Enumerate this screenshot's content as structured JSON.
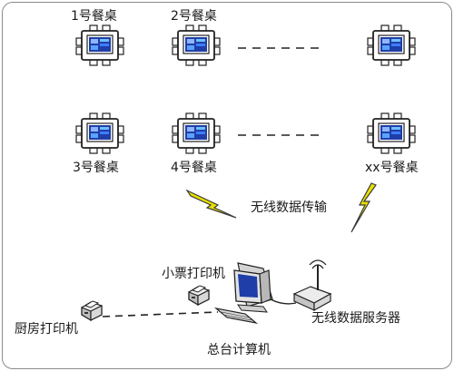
{
  "tables": {
    "t1": "1号餐桌",
    "t2": "2号餐桌",
    "t3": "3号餐桌",
    "t4": "4号餐桌",
    "txx": "xx号餐桌"
  },
  "wireless_label": "无线数据传输",
  "devices": {
    "receipt_printer": "小票打印机",
    "kitchen_printer": "厨房打印机",
    "server": "无线数据服务器",
    "console": "总台计算机"
  },
  "colors": {
    "bolt": "#e8e000",
    "bolt_stroke": "#3b3b3b",
    "screen": "#1f3ea8",
    "device_gray": "#cfcfcf",
    "line": "#222222"
  },
  "icons": [
    "dining-table-icon",
    "lightning-icon",
    "printer-icon",
    "computer-icon",
    "router-icon"
  ]
}
